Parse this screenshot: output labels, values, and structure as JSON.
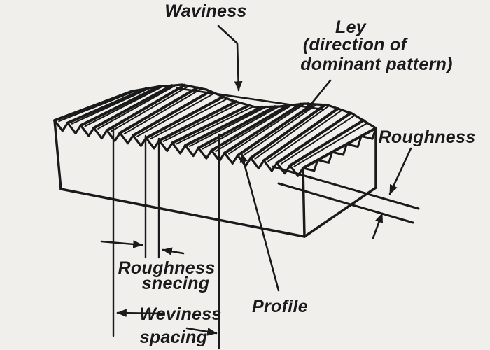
{
  "diagram": {
    "type": "surface-texture-terminology-diagram",
    "background_color": "#f0efec",
    "ink_color": "#1a1a1a",
    "labels": {
      "waviness": "Waviness",
      "lay_line1": "Ley",
      "lay_line2": "(direction of",
      "lay_line3": "dominant pattern)",
      "roughness": "Roughness",
      "profile": "Profile",
      "roughness_spacing_line1": "Roughness",
      "roughness_spacing_line2": "snecing",
      "waviness_spacing_line1": "Weviness",
      "waviness_spacing_line2": "spacing"
    }
  }
}
